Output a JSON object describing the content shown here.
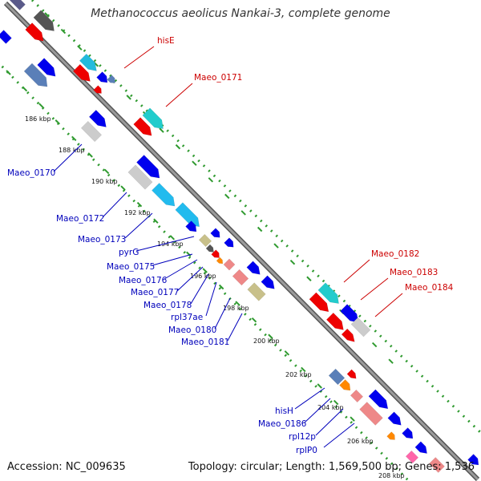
{
  "title": "Methanococcus aeolicus Nankai-3, complete genome",
  "footer": {
    "accession": "Accession: NC_009635",
    "summary": "Topology: circular; Length: 1,569,500 bp; Genes: 1,536"
  },
  "colors": {
    "backbone": "#888888",
    "forward_ticks": "#2f9a2f",
    "reverse_ticks": "#2f9a2f",
    "label_forward": "#cc0000",
    "label_reverse": "#0000bb"
  },
  "ticks": [
    "186 kbp",
    "188 kbp",
    "190 kbp",
    "192 kbp",
    "194 kbp",
    "196 kbp",
    "198 kbp",
    "200 kbp",
    "202 kbp",
    "204 kbp",
    "206 kbp",
    "208 kbp"
  ],
  "labels": {
    "forward": [
      "hisE",
      "Maeo_0171",
      "Maeo_0182",
      "Maeo_0183",
      "Maeo_0184"
    ],
    "reverse": [
      "Maeo_0170",
      "Maeo_0172",
      "Maeo_0173",
      "pyrG",
      "Maeo_0175",
      "Maeo_0176",
      "Maeo_0177",
      "Maeo_0178",
      "rpl37ae",
      "Maeo_0180",
      "Maeo_0181",
      "hisH",
      "Maeo_0186",
      "rpl12p",
      "rplP0"
    ]
  }
}
